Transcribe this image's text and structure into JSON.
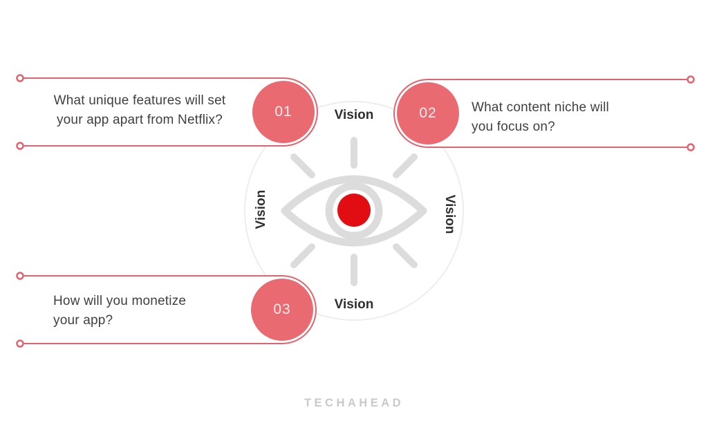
{
  "infographic": {
    "vision_labels": {
      "top": "Vision",
      "right": "Vision",
      "bottom": "Vision",
      "left": "Vision"
    },
    "questions": [
      {
        "number": "01",
        "lines": [
          "What unique features will set",
          "your app apart from Netflix?"
        ]
      },
      {
        "number": "02",
        "lines": [
          "What content niche will",
          "you focus on?"
        ]
      },
      {
        "number": "03",
        "lines": [
          "How will you monetize",
          "your app?"
        ]
      }
    ],
    "brand": "TECHAHEAD",
    "colors": {
      "line_red": "#e2626d",
      "circle_fill_red": "#ea6a71",
      "pupil_red": "#e20d13",
      "icon_gray": "#dcdcdc",
      "outer_ring_gray": "#ededed",
      "text_dark": "#3f3f3f",
      "logo_gray": "#c9c9c9"
    }
  }
}
